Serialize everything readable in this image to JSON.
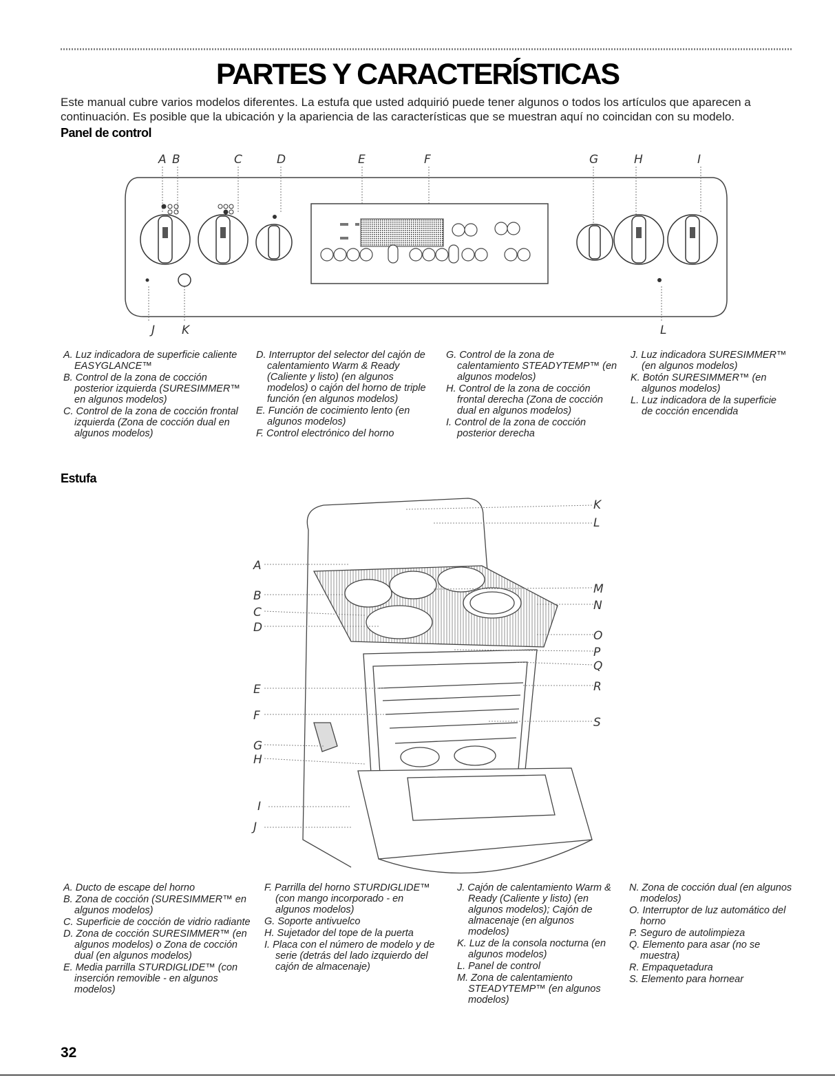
{
  "page": {
    "title": "PARTES Y CARACTERÍSTICAS",
    "intro": "Este manual cubre varios modelos diferentes. La estufa que usted adquirió puede tener algunos o todos los artículos que aparecen a continuación. Es posible que la ubicación y la apariencia de las características que se muestran aquí no coincidan con su modelo.",
    "page_number": "32"
  },
  "control_panel": {
    "heading": "Panel de control",
    "letters_top": [
      "A",
      "B",
      "C",
      "D",
      "E",
      "F",
      "G",
      "H",
      "I"
    ],
    "letters_bottom": [
      "J",
      "K",
      "L"
    ],
    "items": {
      "A": "A. Luz indicadora de superficie caliente EASYGLANCE™",
      "B": "B. Control de la zona de cocción posterior izquierda (SURESIMMER™ en algunos modelos)",
      "C": "C. Control de la zona de cocción frontal izquierda (Zona de cocción dual en algunos modelos)",
      "D": "D. Interruptor del selector del cajón de calentamiento Warm & Ready (Caliente y listo) (en algunos modelos) o cajón del horno de triple función (en algunos modelos)",
      "E": "E. Función de cocimiento lento (en algunos modelos)",
      "F": "F. Control electrónico del horno",
      "G": "G. Control de la zona de calentamiento STEADYTEMP™ (en algunos modelos)",
      "H": "H. Control de la zona de cocción frontal derecha (Zona de cocción dual en algunos modelos)",
      "I": "I. Control de la zona de cocción posterior derecha",
      "J": "J. Luz indicadora SURESIMMER™ (en algunos modelos)",
      "K": "K. Botón SURESIMMER™ (en algunos modelos)",
      "L": "L. Luz indicadora de la superficie de cocción encendida"
    }
  },
  "stove": {
    "heading": "Estufa",
    "letters_left": [
      "A",
      "B",
      "C",
      "D",
      "E",
      "F",
      "G",
      "H",
      "I",
      "J"
    ],
    "letters_right": [
      "K",
      "L",
      "M",
      "N",
      "O",
      "P",
      "Q",
      "R",
      "S"
    ],
    "items": {
      "A": "A. Ducto de escape del horno",
      "B": "B. Zona de cocción (SURESIMMER™ en algunos modelos)",
      "C": "C. Superficie de cocción de vidrio radiante",
      "D": "D. Zona de cocción SURESIMMER™ (en algunos modelos) o Zona de cocción dual (en algunos modelos)",
      "E": "E. Media parrilla STURDIGLIDE™ (con inserción removible - en algunos modelos)",
      "F": "F. Parrilla del horno STURDIGLIDE™ (con mango incorporado - en algunos modelos)",
      "G": "G. Soporte antivuelco",
      "H": "H. Sujetador del tope de la puerta",
      "I": "I. Placa con el número de modelo y de serie (detrás del lado izquierdo del cajón de almacenaje)",
      "J": "J. Cajón de calentamiento Warm & Ready (Caliente y listo) (en algunos modelos); Cajón de almacenaje (en algunos modelos)",
      "K": "K. Luz de la consola nocturna (en algunos modelos)",
      "L": "L. Panel de control",
      "M": "M. Zona de calentamiento STEADYTEMP™ (en algunos modelos)",
      "N": "N. Zona de cocción dual (en algunos modelos)",
      "O": "O. Interruptor de luz automático del horno",
      "P": "P. Seguro de autolimpieza",
      "Q": "Q. Elemento para asar (no se muestra)",
      "R": "R. Empaquetadura",
      "S": "S. Elemento para hornear"
    }
  }
}
